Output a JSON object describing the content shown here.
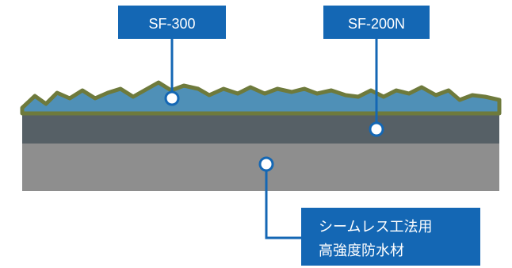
{
  "labels": {
    "top_left": "SF-300",
    "top_right": "SF-200N",
    "bottom_line1": "シームレス工法用",
    "bottom_line2": "高強度防水材"
  },
  "colors": {
    "label_box": "#1467b4",
    "leader_line": "#1467b4",
    "marker_fill": "#ffffff",
    "marker_stroke": "#1467b4",
    "aggregate_top": "#6e7a3c",
    "aggregate_fill": "#4f90b7",
    "topcoat_layer": "#566066",
    "base_layer": "#8e8e8e"
  }
}
